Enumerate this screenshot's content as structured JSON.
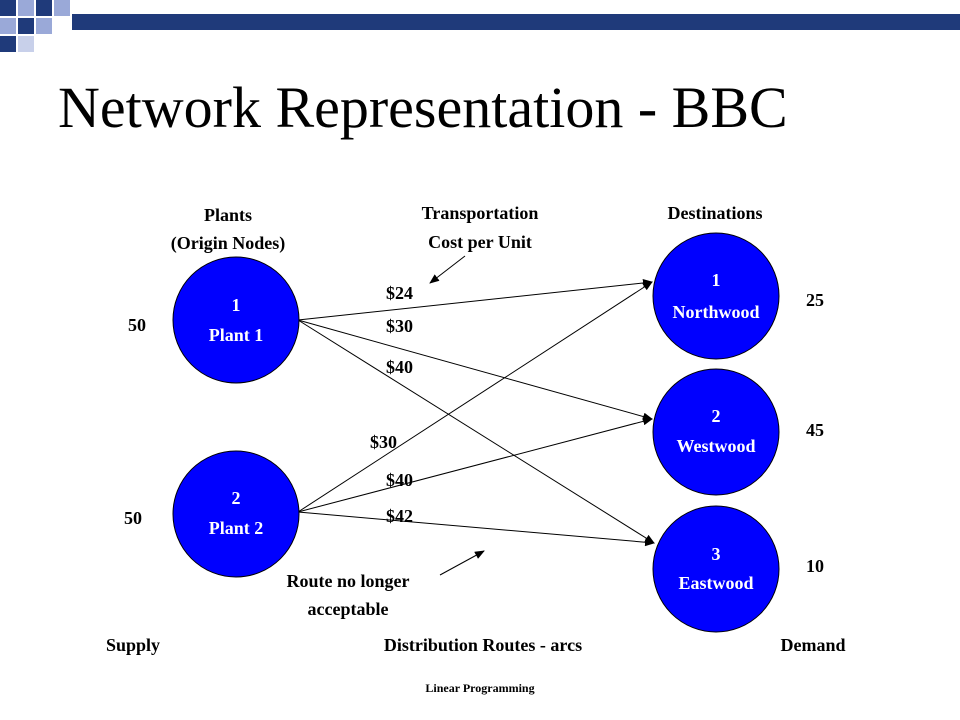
{
  "title": "Network Representation - BBC",
  "headers": {
    "plants": [
      "Plants",
      "(Origin Nodes)"
    ],
    "transport": [
      "Transportation",
      "Cost per Unit"
    ],
    "destinations": "Destinations"
  },
  "origins": [
    {
      "number": "1",
      "name": "Plant 1",
      "supply": "50"
    },
    {
      "number": "2",
      "name": "Plant 2",
      "supply": "50"
    }
  ],
  "destinations": [
    {
      "number": "1",
      "name": "Northwood",
      "demand": "25"
    },
    {
      "number": "2",
      "name": "Westwood",
      "demand": "45"
    },
    {
      "number": "3",
      "name": "Eastwood",
      "demand": "10"
    }
  ],
  "routes": [
    {
      "from": 1,
      "to": 1,
      "cost": "$24"
    },
    {
      "from": 1,
      "to": 2,
      "cost": "$30"
    },
    {
      "from": 1,
      "to": 3,
      "cost": "$40"
    },
    {
      "from": 2,
      "to": 1,
      "cost": "$30"
    },
    {
      "from": 2,
      "to": 2,
      "cost": "$40"
    },
    {
      "from": 2,
      "to": 3,
      "cost": "$42"
    }
  ],
  "annotation": [
    "Route no longer",
    "acceptable"
  ],
  "bottom": {
    "supply": "Supply",
    "arcs": "Distribution Routes - arcs",
    "demand": "Demand"
  },
  "footer": "Linear Programming",
  "colors": {
    "node_fill": "#0000ff",
    "accent": "#1f3a7a"
  }
}
